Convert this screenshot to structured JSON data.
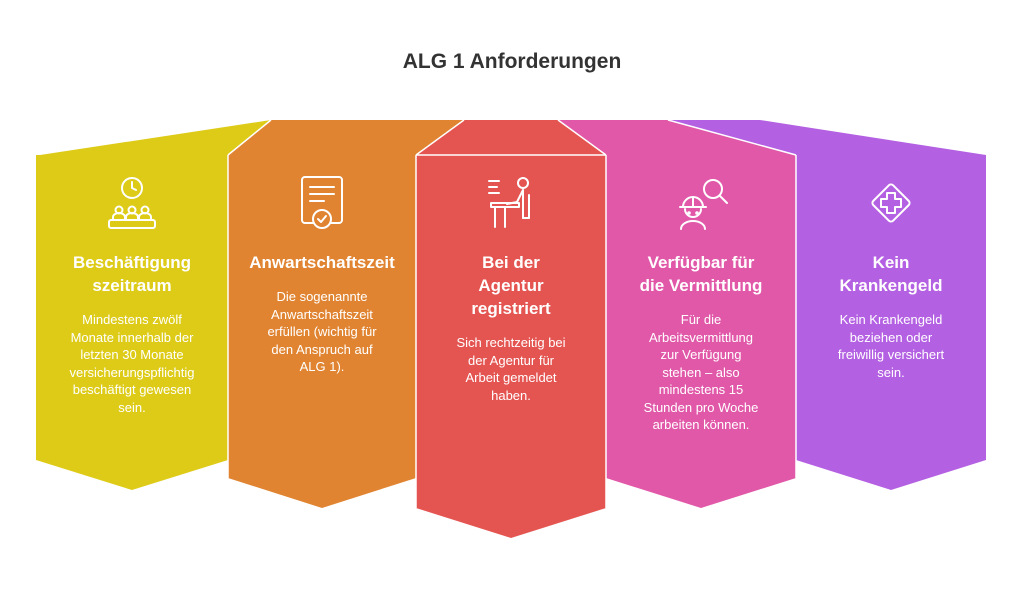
{
  "title": "ALG 1 Anforderungen",
  "colors": {
    "yellow": "#ddcb18",
    "orange": "#e08431",
    "red": "#e45552",
    "pink": "#e158a9",
    "purple": "#b460e2"
  },
  "panels": [
    {
      "icon": "clock-over-people-icon",
      "title_lines": [
        "Beschäftigung",
        "szeitraum"
      ],
      "text_lines": [
        "Mindestens zwölf",
        "Monate innerhalb der",
        "letzten 30 Monate",
        "versicherungspflichtig",
        "beschäftigt gewesen",
        "sein."
      ]
    },
    {
      "icon": "certificate-check-icon",
      "title_lines": [
        "Anwartschaftszeit"
      ],
      "text_lines": [
        "Die sogenannte",
        "Anwartschaftszeit",
        "erfüllen (wichtig für",
        "den Anspruch auf",
        "ALG 1)."
      ]
    },
    {
      "icon": "person-at-desk-icon",
      "title_lines": [
        "Bei der",
        "Agentur",
        "registriert"
      ],
      "text_lines": [
        "Sich rechtzeitig bei",
        "der Agentur für",
        "Arbeit gemeldet",
        "haben."
      ]
    },
    {
      "icon": "worker-search-icon",
      "title_lines": [
        "Verfügbar für",
        "die Vermittlung"
      ],
      "text_lines": [
        "Für die",
        "Arbeitsvermittlung",
        "zur Verfügung",
        "stehen – also",
        "mindestens 15",
        "Stunden pro Woche",
        "arbeiten können."
      ]
    },
    {
      "icon": "medical-cross-diamond-icon",
      "title_lines": [
        "Kein",
        "Krankengeld"
      ],
      "text_lines": [
        "Kein Krankengeld",
        "beziehen oder",
        "freiwillig versichert",
        "sein."
      ]
    }
  ]
}
